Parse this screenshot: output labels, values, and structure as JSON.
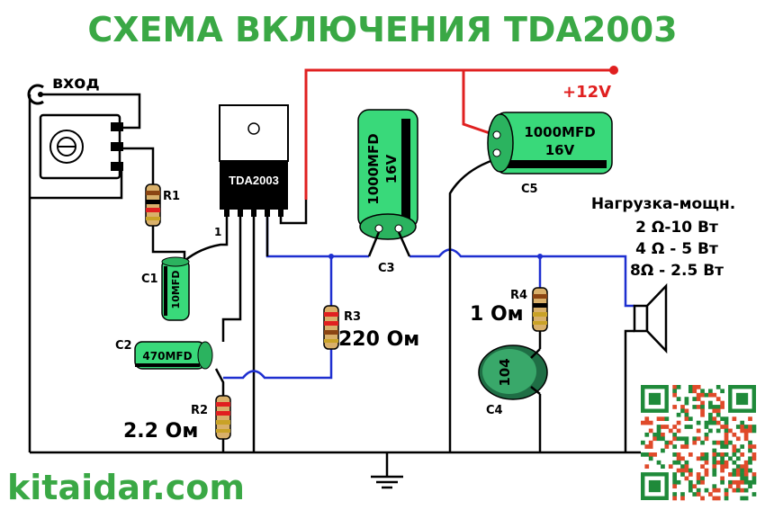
{
  "title": "СХЕМА ВКЛЮЧЕНИЯ TDA2003",
  "colors": {
    "title": "#3aa845",
    "watermark": "#3aa845",
    "wire": "#000000",
    "signal": "#1e2fd0",
    "power": "#e02020",
    "capacitor": "#39d97a"
  },
  "input_label": "вход",
  "supply_label": "+12V",
  "ic": {
    "name": "TDA2003",
    "pin1": "1"
  },
  "r1": {
    "name": "R1"
  },
  "r2": {
    "name": "R2",
    "value": "2.2 Ом"
  },
  "r3": {
    "name": "R3",
    "value": "220 Ом"
  },
  "r4": {
    "name": "R4",
    "value": "1 Ом"
  },
  "c1": {
    "name": "C1",
    "text": "10MFD"
  },
  "c2": {
    "name": "C2",
    "text": "470MFD"
  },
  "c3": {
    "name": "C3",
    "text1": "1000MFD",
    "text2": "16V"
  },
  "c4": {
    "name": "C4",
    "text": "104"
  },
  "c5": {
    "name": "C5",
    "text1": "1000MFD",
    "text2": "16V"
  },
  "load": {
    "title": "Нагрузка-мощн.",
    "lines": [
      "2 Ω-10 Вт",
      "4 Ω - 5 Вт",
      "8Ω - 2.5 Вт"
    ]
  },
  "watermark": "kitaidar.com"
}
